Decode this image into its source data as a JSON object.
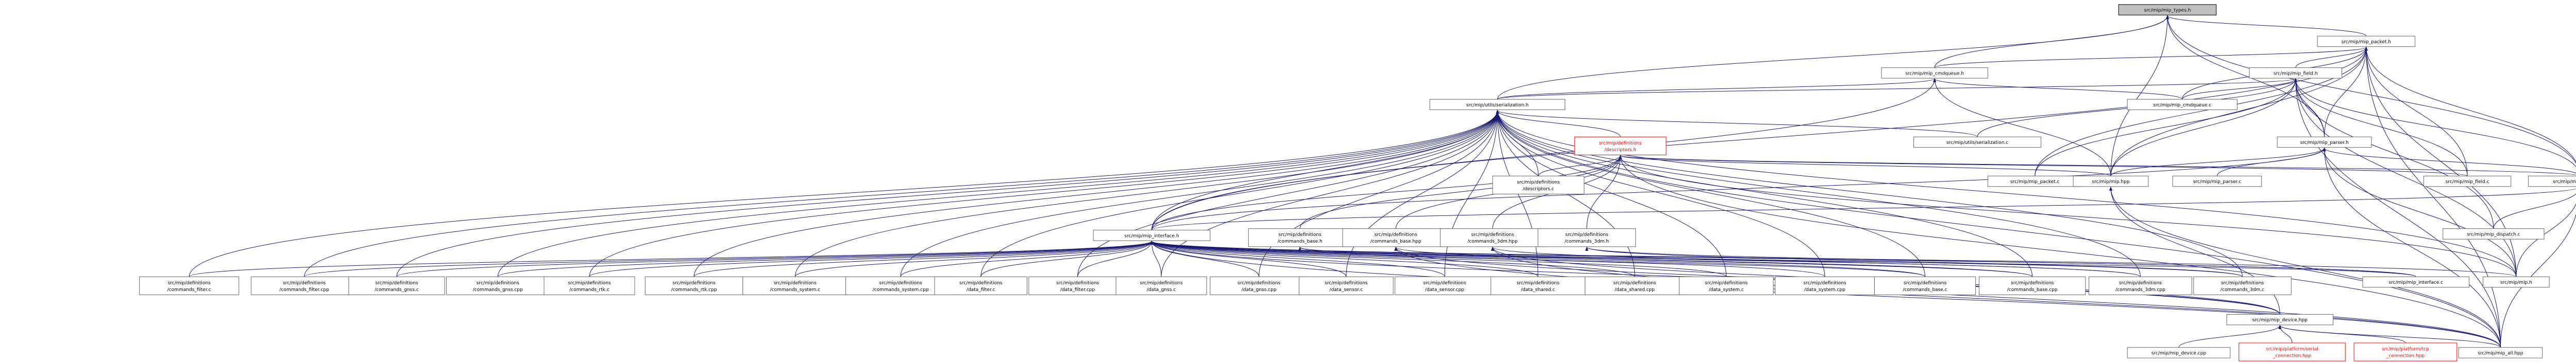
{
  "colors": {
    "edge": "#191970",
    "node_border": "#666666",
    "root_fill": "#bfbfbf",
    "missing_border": "#ff0000"
  },
  "nodes": [
    {
      "id": "mip_types_h",
      "lines": [
        "src/mip/mip_types.h"
      ],
      "root": true
    },
    {
      "id": "mip_packet_h",
      "lines": [
        "src/mip/mip_packet.h"
      ]
    },
    {
      "id": "mip_cmdqueue_h",
      "lines": [
        "src/mip/mip_cmdqueue.h"
      ]
    },
    {
      "id": "mip_field_h",
      "lines": [
        "src/mip/mip_field.h"
      ]
    },
    {
      "id": "serialization_h",
      "lines": [
        "src/mip/utils/serialization.h"
      ]
    },
    {
      "id": "mip_cmdqueue_c",
      "lines": [
        "src/mip/mip_cmdqueue.c"
      ]
    },
    {
      "id": "descriptors_h",
      "lines": [
        "src/mip/definitions",
        "/descriptors.h"
      ],
      "missing": true
    },
    {
      "id": "serialization_c",
      "lines": [
        "src/mip/utils/serialization.c"
      ]
    },
    {
      "id": "mip_parser_h",
      "lines": [
        "src/mip/mip_parser.h"
      ]
    },
    {
      "id": "descriptors_c",
      "lines": [
        "src/mip/definitions",
        "/descriptors.c"
      ]
    },
    {
      "id": "mip_packet_c",
      "lines": [
        "src/mip/mip_packet.c"
      ]
    },
    {
      "id": "mip_hpp",
      "lines": [
        "src/mip/mip.hpp"
      ]
    },
    {
      "id": "mip_parser_c",
      "lines": [
        "src/mip/mip_parser.c"
      ]
    },
    {
      "id": "mip_field_c",
      "lines": [
        "src/mip/mip_field.c"
      ]
    },
    {
      "id": "mip_dispatch_h",
      "lines": [
        "src/mip/mip_dispatch.h"
      ]
    },
    {
      "id": "cmd_base_h",
      "lines": [
        "src/mip/definitions",
        "/commands_base.h"
      ]
    },
    {
      "id": "cmd_base_hpp",
      "lines": [
        "src/mip/definitions",
        "/commands_base.hpp"
      ]
    },
    {
      "id": "cmd_3dm_hpp",
      "lines": [
        "src/mip/definitions",
        "/commands_3dm.hpp"
      ]
    },
    {
      "id": "cmd_3dm_h",
      "lines": [
        "src/mip/definitions",
        "/commands_3dm.h"
      ]
    },
    {
      "id": "mip_dispatch_c",
      "lines": [
        "src/mip/mip_dispatch.c"
      ]
    },
    {
      "id": "mip_interface_h",
      "lines": [
        "src/mip/mip_interface.h"
      ]
    },
    {
      "id": "cmd_filter_c",
      "lines": [
        "src/mip/definitions",
        "/commands_filter.c"
      ]
    },
    {
      "id": "cmd_filter_cpp",
      "lines": [
        "src/mip/definitions",
        "/commands_filter.cpp"
      ]
    },
    {
      "id": "cmd_gnss_c",
      "lines": [
        "src/mip/definitions",
        "/commands_gnss.c"
      ]
    },
    {
      "id": "cmd_gnss_cpp",
      "lines": [
        "src/mip/definitions",
        "/commands_gnss.cpp"
      ]
    },
    {
      "id": "cmd_rtk_c",
      "lines": [
        "src/mip/definitions",
        "/commands_rtk.c"
      ]
    },
    {
      "id": "cmd_rtk_cpp",
      "lines": [
        "src/mip/definitions",
        "/commands_rtk.cpp"
      ]
    },
    {
      "id": "cmd_system_c",
      "lines": [
        "src/mip/definitions",
        "/commands_system.c"
      ]
    },
    {
      "id": "cmd_system_cpp",
      "lines": [
        "src/mip/definitions",
        "/commands_system.cpp"
      ]
    },
    {
      "id": "data_filter_c",
      "lines": [
        "src/mip/definitions",
        "/data_filter.c"
      ]
    },
    {
      "id": "data_filter_cpp",
      "lines": [
        "src/mip/definitions",
        "/data_filter.cpp"
      ]
    },
    {
      "id": "data_gnss_c",
      "lines": [
        "src/mip/definitions",
        "/data_gnss.c"
      ]
    },
    {
      "id": "data_gnss_cpp",
      "lines": [
        "src/mip/definitions",
        "/data_gnss.cpp"
      ]
    },
    {
      "id": "data_sensor_c",
      "lines": [
        "src/mip/definitions",
        "/data_sensor.c"
      ]
    },
    {
      "id": "data_sensor_cpp",
      "lines": [
        "src/mip/definitions",
        "/data_sensor.cpp"
      ]
    },
    {
      "id": "data_shared_c",
      "lines": [
        "src/mip/definitions",
        "/data_shared.c"
      ]
    },
    {
      "id": "data_shared_cpp",
      "lines": [
        "src/mip/definitions",
        "/data_shared.cpp"
      ]
    },
    {
      "id": "data_system_c",
      "lines": [
        "src/mip/definitions",
        "/data_system.c"
      ]
    },
    {
      "id": "data_system_cpp",
      "lines": [
        "src/mip/definitions",
        "/data_system.cpp"
      ]
    },
    {
      "id": "cmd_base_c",
      "lines": [
        "src/mip/definitions",
        "/commands_base.c"
      ]
    },
    {
      "id": "cmd_base_cpp",
      "lines": [
        "src/mip/definitions",
        "/commands_base.cpp"
      ]
    },
    {
      "id": "cmd_3dm_cpp",
      "lines": [
        "src/mip/definitions",
        "/commands_3dm.cpp"
      ]
    },
    {
      "id": "cmd_3dm_c",
      "lines": [
        "src/mip/definitions",
        "/commands_3dm.c"
      ]
    },
    {
      "id": "mip_device_hpp",
      "lines": [
        "src/mip/mip_device.hpp"
      ]
    },
    {
      "id": "mip_interface_c",
      "lines": [
        "src/mip/mip_interface.c"
      ]
    },
    {
      "id": "mip_h",
      "lines": [
        "src/mip/mip.h"
      ]
    },
    {
      "id": "mip_device_cpp",
      "lines": [
        "src/mip/mip_device.cpp"
      ]
    },
    {
      "id": "serial_conn_hpp",
      "lines": [
        "src/mip/platform/serial",
        "_connection.hpp"
      ],
      "missing": true
    },
    {
      "id": "tcp_conn_hpp",
      "lines": [
        "src/mip/platform/tcp",
        "_connection.hpp"
      ],
      "missing": true
    },
    {
      "id": "mip_all_hpp",
      "lines": [
        "src/mip/mip_all.hpp"
      ]
    }
  ],
  "edges": [
    [
      "mip_types_h",
      "mip_packet_h"
    ],
    [
      "mip_types_h",
      "mip_cmdqueue_h"
    ],
    [
      "mip_types_h",
      "serialization_h"
    ],
    [
      "mip_types_h",
      "mip_parser_h"
    ],
    [
      "mip_types_h",
      "mip_hpp"
    ],
    [
      "mip_types_h",
      "mip_dispatch_h"
    ],
    [
      "mip_packet_h",
      "mip_cmdqueue_h"
    ],
    [
      "mip_packet_h",
      "mip_field_h"
    ],
    [
      "mip_packet_h",
      "mip_cmdqueue_c"
    ],
    [
      "mip_packet_h",
      "mip_parser_h"
    ],
    [
      "mip_packet_h",
      "mip_packet_c"
    ],
    [
      "mip_packet_h",
      "mip_hpp"
    ],
    [
      "mip_packet_h",
      "mip_field_c"
    ],
    [
      "mip_packet_h",
      "mip_dispatch_h"
    ],
    [
      "mip_packet_h",
      "mip_interface_h"
    ],
    [
      "mip_packet_h",
      "mip_h"
    ],
    [
      "mip_packet_h",
      "mip_all_hpp"
    ],
    [
      "mip_cmdqueue_h",
      "serialization_h"
    ],
    [
      "mip_cmdqueue_h",
      "mip_cmdqueue_c"
    ],
    [
      "mip_cmdqueue_h",
      "mip_hpp"
    ],
    [
      "mip_cmdqueue_h",
      "mip_interface_h"
    ],
    [
      "mip_field_h",
      "serialization_h"
    ],
    [
      "mip_field_h",
      "mip_cmdqueue_c"
    ],
    [
      "mip_field_h",
      "serialization_c"
    ],
    [
      "mip_field_h",
      "mip_parser_h"
    ],
    [
      "mip_field_h",
      "mip_packet_c"
    ],
    [
      "mip_field_h",
      "mip_hpp"
    ],
    [
      "mip_field_h",
      "mip_field_c"
    ],
    [
      "mip_field_h",
      "mip_dispatch_h"
    ],
    [
      "mip_field_h",
      "mip_dispatch_c"
    ],
    [
      "mip_field_h",
      "mip_h"
    ],
    [
      "mip_field_h",
      "mip_all_hpp"
    ],
    [
      "serialization_h",
      "descriptors_h"
    ],
    [
      "serialization_h",
      "serialization_c"
    ],
    [
      "serialization_h",
      "descriptors_c"
    ],
    [
      "serialization_h",
      "mip_interface_h"
    ],
    [
      "serialization_h",
      "cmd_filter_c"
    ],
    [
      "serialization_h",
      "cmd_filter_cpp"
    ],
    [
      "serialization_h",
      "cmd_gnss_c"
    ],
    [
      "serialization_h",
      "cmd_gnss_cpp"
    ],
    [
      "serialization_h",
      "cmd_rtk_c"
    ],
    [
      "serialization_h",
      "cmd_rtk_cpp"
    ],
    [
      "serialization_h",
      "cmd_system_c"
    ],
    [
      "serialization_h",
      "cmd_system_cpp"
    ],
    [
      "serialization_h",
      "data_filter_c"
    ],
    [
      "serialization_h",
      "data_filter_cpp"
    ],
    [
      "serialization_h",
      "data_gnss_c"
    ],
    [
      "serialization_h",
      "data_gnss_cpp"
    ],
    [
      "serialization_h",
      "data_sensor_c"
    ],
    [
      "serialization_h",
      "data_sensor_cpp"
    ],
    [
      "serialization_h",
      "data_shared_c"
    ],
    [
      "serialization_h",
      "data_shared_cpp"
    ],
    [
      "serialization_h",
      "data_system_c"
    ],
    [
      "serialization_h",
      "data_system_cpp"
    ],
    [
      "serialization_h",
      "cmd_base_c"
    ],
    [
      "serialization_h",
      "cmd_base_cpp"
    ],
    [
      "serialization_h",
      "cmd_3dm_cpp"
    ],
    [
      "serialization_h",
      "cmd_3dm_c"
    ],
    [
      "serialization_h",
      "mip_h"
    ],
    [
      "serialization_h",
      "mip_all_hpp"
    ],
    [
      "descriptors_h",
      "descriptors_c"
    ],
    [
      "descriptors_h",
      "mip_hpp"
    ],
    [
      "descriptors_h",
      "mip_field_c"
    ],
    [
      "descriptors_h",
      "mip_dispatch_h"
    ],
    [
      "descriptors_h",
      "cmd_base_h"
    ],
    [
      "descriptors_h",
      "cmd_base_hpp"
    ],
    [
      "descriptors_h",
      "cmd_3dm_hpp"
    ],
    [
      "descriptors_h",
      "cmd_3dm_h"
    ],
    [
      "descriptors_h",
      "mip_interface_h"
    ],
    [
      "descriptors_h",
      "mip_h"
    ],
    [
      "descriptors_h",
      "mip_all_hpp"
    ],
    [
      "mip_parser_h",
      "mip_parser_c"
    ],
    [
      "mip_parser_h",
      "mip_hpp"
    ],
    [
      "mip_parser_h",
      "mip_dispatch_h"
    ],
    [
      "mip_parser_h",
      "mip_interface_h"
    ],
    [
      "mip_parser_h",
      "mip_h"
    ],
    [
      "mip_parser_h",
      "mip_all_hpp"
    ],
    [
      "mip_hpp",
      "mip_device_hpp"
    ],
    [
      "mip_hpp",
      "mip_all_hpp"
    ],
    [
      "mip_dispatch_h",
      "mip_dispatch_c"
    ],
    [
      "mip_dispatch_h",
      "mip_interface_h"
    ],
    [
      "mip_dispatch_h",
      "mip_h"
    ],
    [
      "mip_dispatch_h",
      "mip_all_hpp"
    ],
    [
      "cmd_base_h",
      "cmd_base_c"
    ],
    [
      "cmd_base_h",
      "mip_interface_c"
    ],
    [
      "cmd_base_hpp",
      "cmd_base_cpp"
    ],
    [
      "cmd_base_hpp",
      "mip_device_hpp"
    ],
    [
      "cmd_base_hpp",
      "mip_all_hpp"
    ],
    [
      "cmd_3dm_hpp",
      "cmd_3dm_cpp"
    ],
    [
      "cmd_3dm_hpp",
      "mip_device_hpp"
    ],
    [
      "cmd_3dm_hpp",
      "mip_all_hpp"
    ],
    [
      "cmd_3dm_h",
      "cmd_3dm_c"
    ],
    [
      "cmd_3dm_h",
      "mip_interface_c"
    ],
    [
      "mip_interface_h",
      "cmd_filter_c"
    ],
    [
      "mip_interface_h",
      "cmd_filter_cpp"
    ],
    [
      "mip_interface_h",
      "cmd_gnss_c"
    ],
    [
      "mip_interface_h",
      "cmd_gnss_cpp"
    ],
    [
      "mip_interface_h",
      "cmd_rtk_c"
    ],
    [
      "mip_interface_h",
      "cmd_rtk_cpp"
    ],
    [
      "mip_interface_h",
      "cmd_system_c"
    ],
    [
      "mip_interface_h",
      "cmd_system_cpp"
    ],
    [
      "mip_interface_h",
      "data_filter_c"
    ],
    [
      "mip_interface_h",
      "data_filter_cpp"
    ],
    [
      "mip_interface_h",
      "data_gnss_c"
    ],
    [
      "mip_interface_h",
      "data_gnss_cpp"
    ],
    [
      "mip_interface_h",
      "data_sensor_c"
    ],
    [
      "mip_interface_h",
      "data_sensor_cpp"
    ],
    [
      "mip_interface_h",
      "data_shared_c"
    ],
    [
      "mip_interface_h",
      "data_shared_cpp"
    ],
    [
      "mip_interface_h",
      "data_system_c"
    ],
    [
      "mip_interface_h",
      "data_system_cpp"
    ],
    [
      "mip_interface_h",
      "cmd_base_c"
    ],
    [
      "mip_interface_h",
      "cmd_base_cpp"
    ],
    [
      "mip_interface_h",
      "cmd_3dm_cpp"
    ],
    [
      "mip_interface_h",
      "cmd_3dm_c"
    ],
    [
      "mip_interface_h",
      "mip_device_hpp"
    ],
    [
      "mip_interface_h",
      "mip_interface_c"
    ],
    [
      "mip_interface_h",
      "mip_h"
    ],
    [
      "mip_interface_h",
      "mip_all_hpp"
    ],
    [
      "mip_device_hpp",
      "mip_device_cpp"
    ],
    [
      "mip_device_hpp",
      "serial_conn_hpp"
    ],
    [
      "mip_device_hpp",
      "tcp_conn_hpp"
    ],
    [
      "mip_device_hpp",
      "mip_all_hpp"
    ]
  ]
}
